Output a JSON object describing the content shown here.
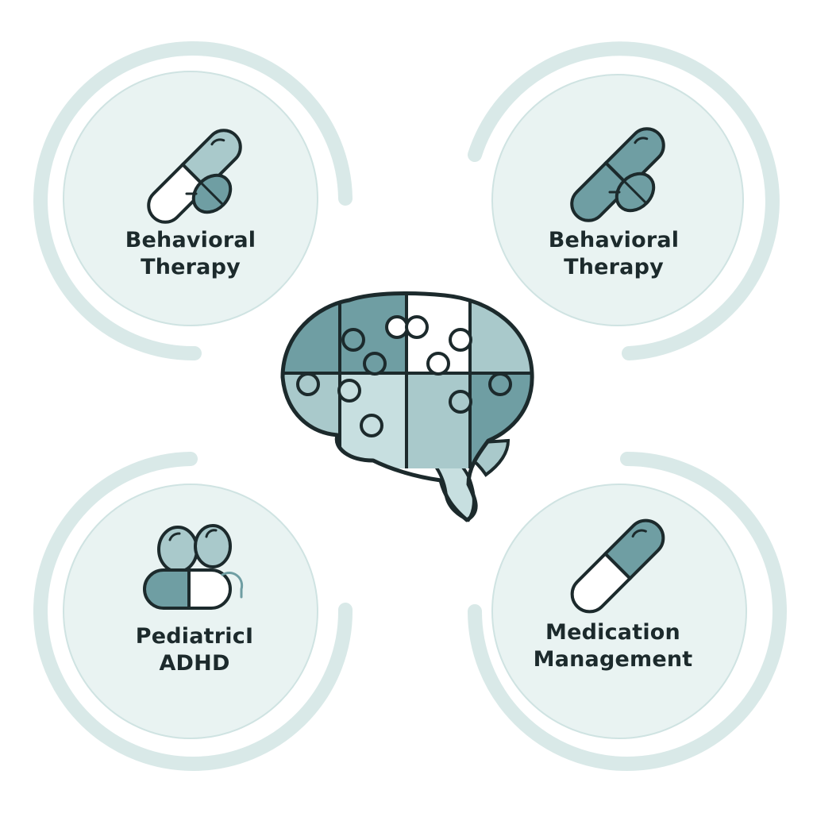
{
  "colors": {
    "teal": "#6f9ea3",
    "teal_light": "#a9c9cb",
    "teal_pale": "#c7dfe0",
    "circle_fill": "#e9f3f2",
    "ring": "#d9e9e8",
    "outline": "#1c2a2c"
  },
  "nodes": [
    {
      "line1": "Behavioral",
      "line2": "Therapy",
      "icon": "pill-pair-icon"
    },
    {
      "line1": "Behavioral",
      "line2": "Therapy",
      "icon": "pill-pair-icon"
    },
    {
      "line1": "PediatricI",
      "line2": "ADHD",
      "icon": "pill-cluster-icon"
    },
    {
      "line1": "Medication",
      "line2": "Management",
      "icon": "capsule-icon"
    }
  ],
  "center": {
    "icon": "puzzle-brain-icon"
  }
}
